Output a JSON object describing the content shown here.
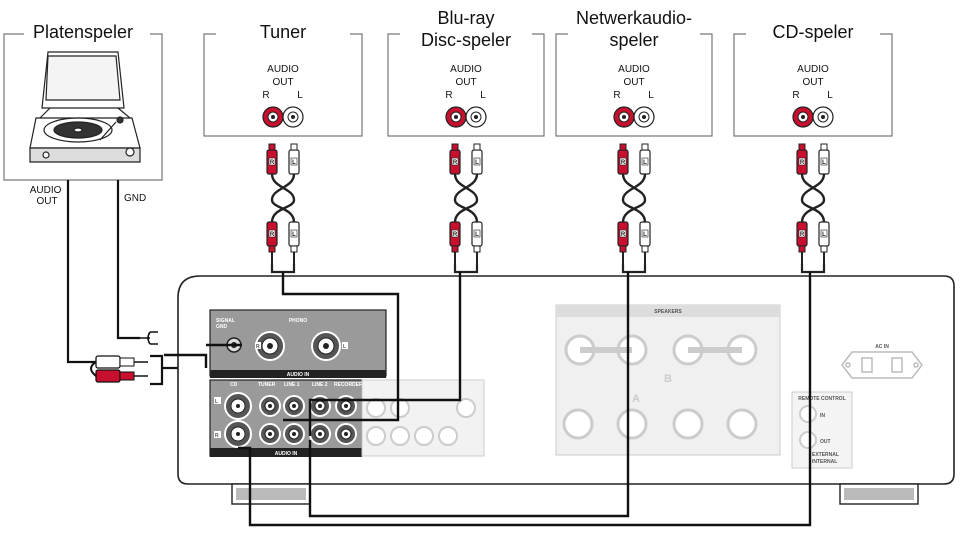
{
  "turntable": {
    "name": "Platenspeler",
    "audio_out": "AUDIO\nOUT",
    "gnd": "GND"
  },
  "sources": [
    {
      "id": "tuner",
      "name_lines": [
        "Tuner"
      ],
      "audio": "AUDIO",
      "out": "OUT",
      "r": "R",
      "l": "L"
    },
    {
      "id": "bluray",
      "name_lines": [
        "Blu-ray",
        "Disc-speler"
      ],
      "audio": "AUDIO",
      "out": "OUT",
      "r": "R",
      "l": "L"
    },
    {
      "id": "network",
      "name_lines": [
        "Netwerkaudio-",
        "speler"
      ],
      "audio": "AUDIO",
      "out": "OUT",
      "r": "R",
      "l": "L"
    },
    {
      "id": "cd",
      "name_lines": [
        "CD-speler"
      ],
      "audio": "AUDIO",
      "out": "OUT",
      "r": "R",
      "l": "L"
    }
  ],
  "plug_labels": {
    "r": "R",
    "l": "L"
  },
  "amplifier": {
    "signal_gnd": "SIGNAL\nGND",
    "phono": "PHONO",
    "audio_in_top": "AUDIO IN",
    "audio_in_bottom": "AUDIO IN",
    "cd": "CD",
    "tuner": "TUNER",
    "line1": "LINE 1",
    "line2": "LINE 2",
    "recorder": "RECORDER",
    "speakers": "SPEAKERS",
    "ac_in": "AC IN",
    "remote_control": "REMOTE CONTROL",
    "in": "IN",
    "out": "OUT",
    "external": "EXTERNAL",
    "internal": "INTERNAL",
    "spk_a": "A",
    "spk_b": "B",
    "l": "L",
    "r": "R"
  }
}
